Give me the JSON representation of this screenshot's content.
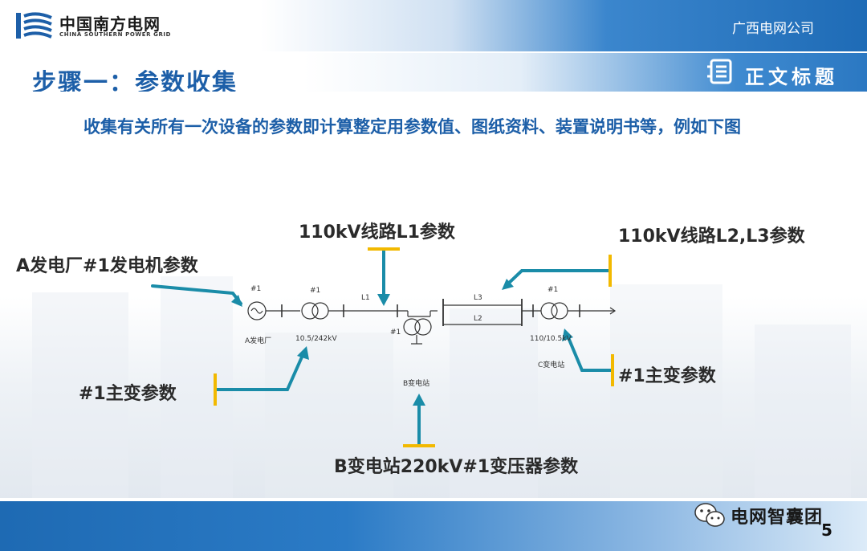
{
  "header": {
    "logo_cn": "中国南方电网",
    "logo_en": "CHINA SOUTHERN POWER GRID",
    "company": "广西电网公司"
  },
  "title": {
    "text": "步骤一：参数收集",
    "section_label": "正文标题",
    "section_icon": "document-list-icon"
  },
  "intro": "收集有关所有一次设备的参数即计算整定用参数值、图纸资料、装置说明书等，例如下图",
  "callouts": {
    "generator": "A发电厂#1发电机参数",
    "line_l1": "110kV线路L1参数",
    "lines_l2_l3": "110kV线路L2,L3参数",
    "transformer_left": "#1主变参数",
    "transformer_right": "#1主变参数",
    "transformer_b": "B变电站220kV#1变压器参数"
  },
  "diagram": {
    "gen_num": "#1",
    "gen_station": "A发电厂",
    "t1_num": "#1",
    "t1_ratio": "10.5/242kV",
    "l1_label": "L1",
    "tb_num": "#1",
    "b_station": "B变电站",
    "l3_label": "L3",
    "l2_label": "L2",
    "tc_num": "#1",
    "tc_ratio": "110/10.5kV",
    "c_station": "C变电站"
  },
  "footer": {
    "wechat_name": "电网智囊团",
    "wechat_icon": "wechat-icon",
    "page_number": "5"
  },
  "colors": {
    "brand_blue": "#1d5fa8",
    "arrow_teal": "#1a8ca8",
    "marker_yellow": "#f2b900"
  }
}
